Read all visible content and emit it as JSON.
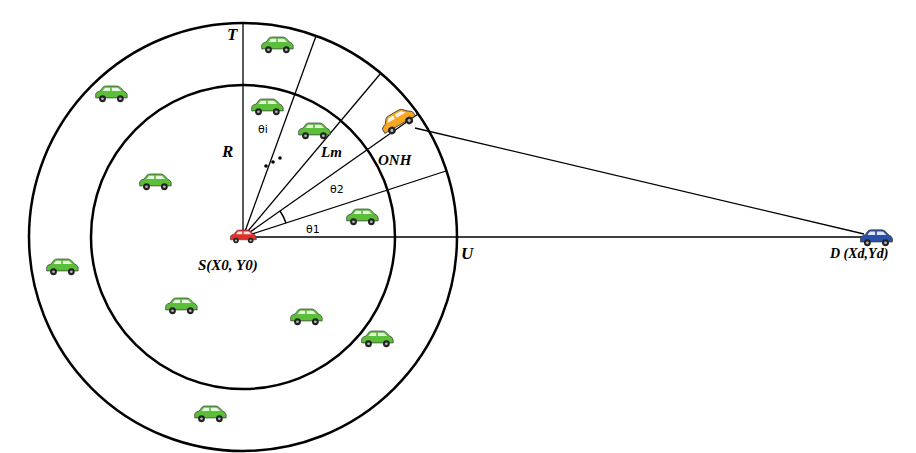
{
  "diagram": {
    "labels": [
      "T",
      "R",
      "θi",
      "θ2",
      "θ1",
      "Lm",
      "ONH",
      "S(X0, Y0)",
      "U",
      "D (Xd,Yd)"
    ]
  }
}
